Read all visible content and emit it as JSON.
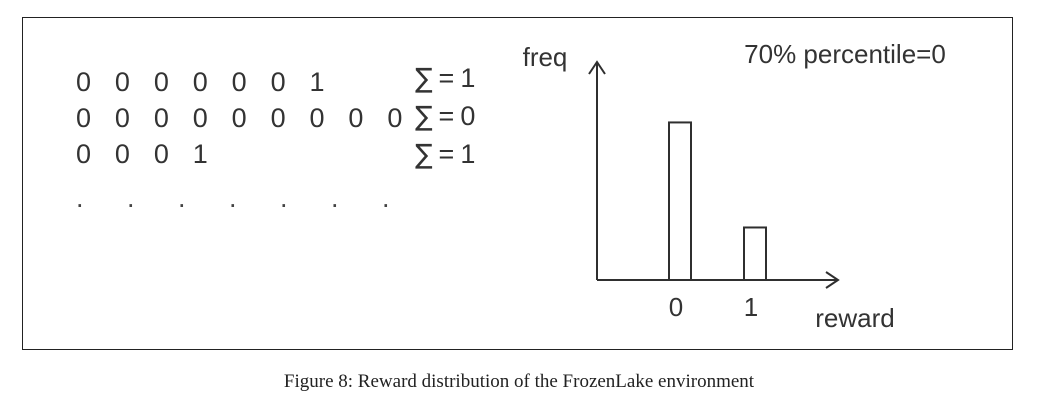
{
  "figure": {
    "sequences": [
      "0 0 0 0 0 0 1",
      "0 0 0 0 0 0 0 0 0",
      "0 0 0 1"
    ],
    "ellipsis": ". . . . . . .",
    "sums": [
      {
        "symbol": "∑",
        "equals": "=",
        "value": "1"
      },
      {
        "symbol": "∑",
        "equals": "=",
        "value": "0"
      },
      {
        "symbol": "∑",
        "equals": "=",
        "value": "1"
      }
    ],
    "caption": "Figure 8: Reward distribution of the FrozenLake environment"
  },
  "chart_data": {
    "type": "bar",
    "categories": [
      "0",
      "1"
    ],
    "values": [
      0.78,
      0.26
    ],
    "ylim": [
      0,
      1.0
    ],
    "ylabel": "freq",
    "xlabel": "reward",
    "annotation": "70% percentile=0",
    "grid": false,
    "legend": "none",
    "colors": {
      "bar_fill": "#ffffff",
      "bar_stroke": "#2f2f2f",
      "axis": "#2f2f2f",
      "text": "#333333"
    }
  }
}
